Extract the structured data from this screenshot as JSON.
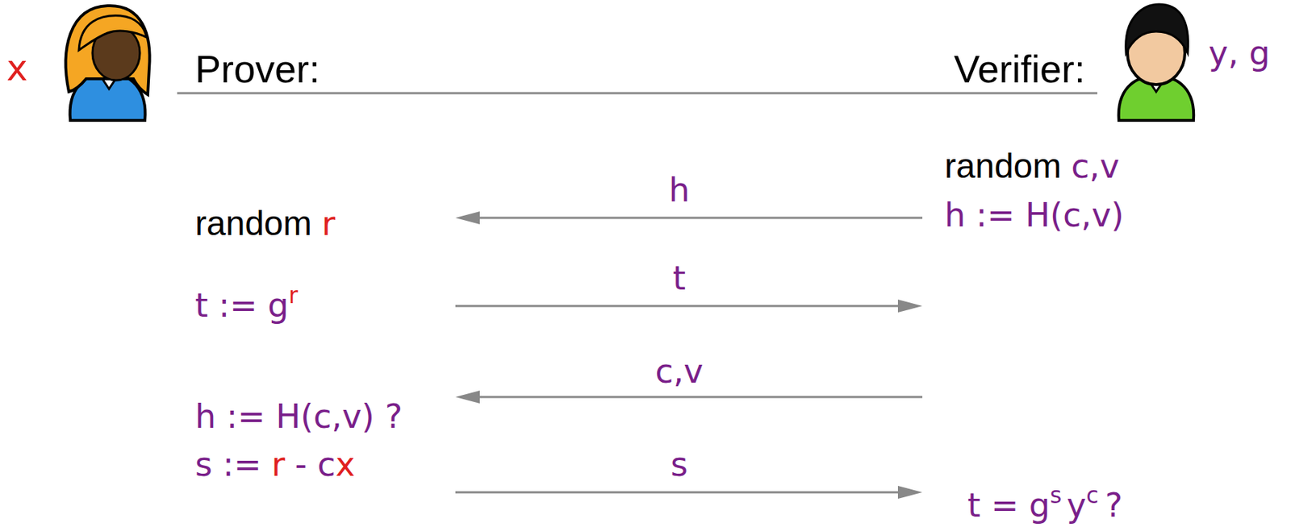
{
  "diagram": {
    "labels": [
      "x",
      "Prover:",
      "Verifier:",
      "y, g",
      "random",
      "c,v",
      "h := H(c,v)",
      "h",
      "random",
      "r",
      "t := g",
      "r",
      "t",
      "c,v",
      "h := H(c,v) ?",
      "s :=",
      "r",
      "- c",
      "x",
      "s",
      "t = g",
      "s",
      "y",
      "c",
      "?"
    ]
  }
}
